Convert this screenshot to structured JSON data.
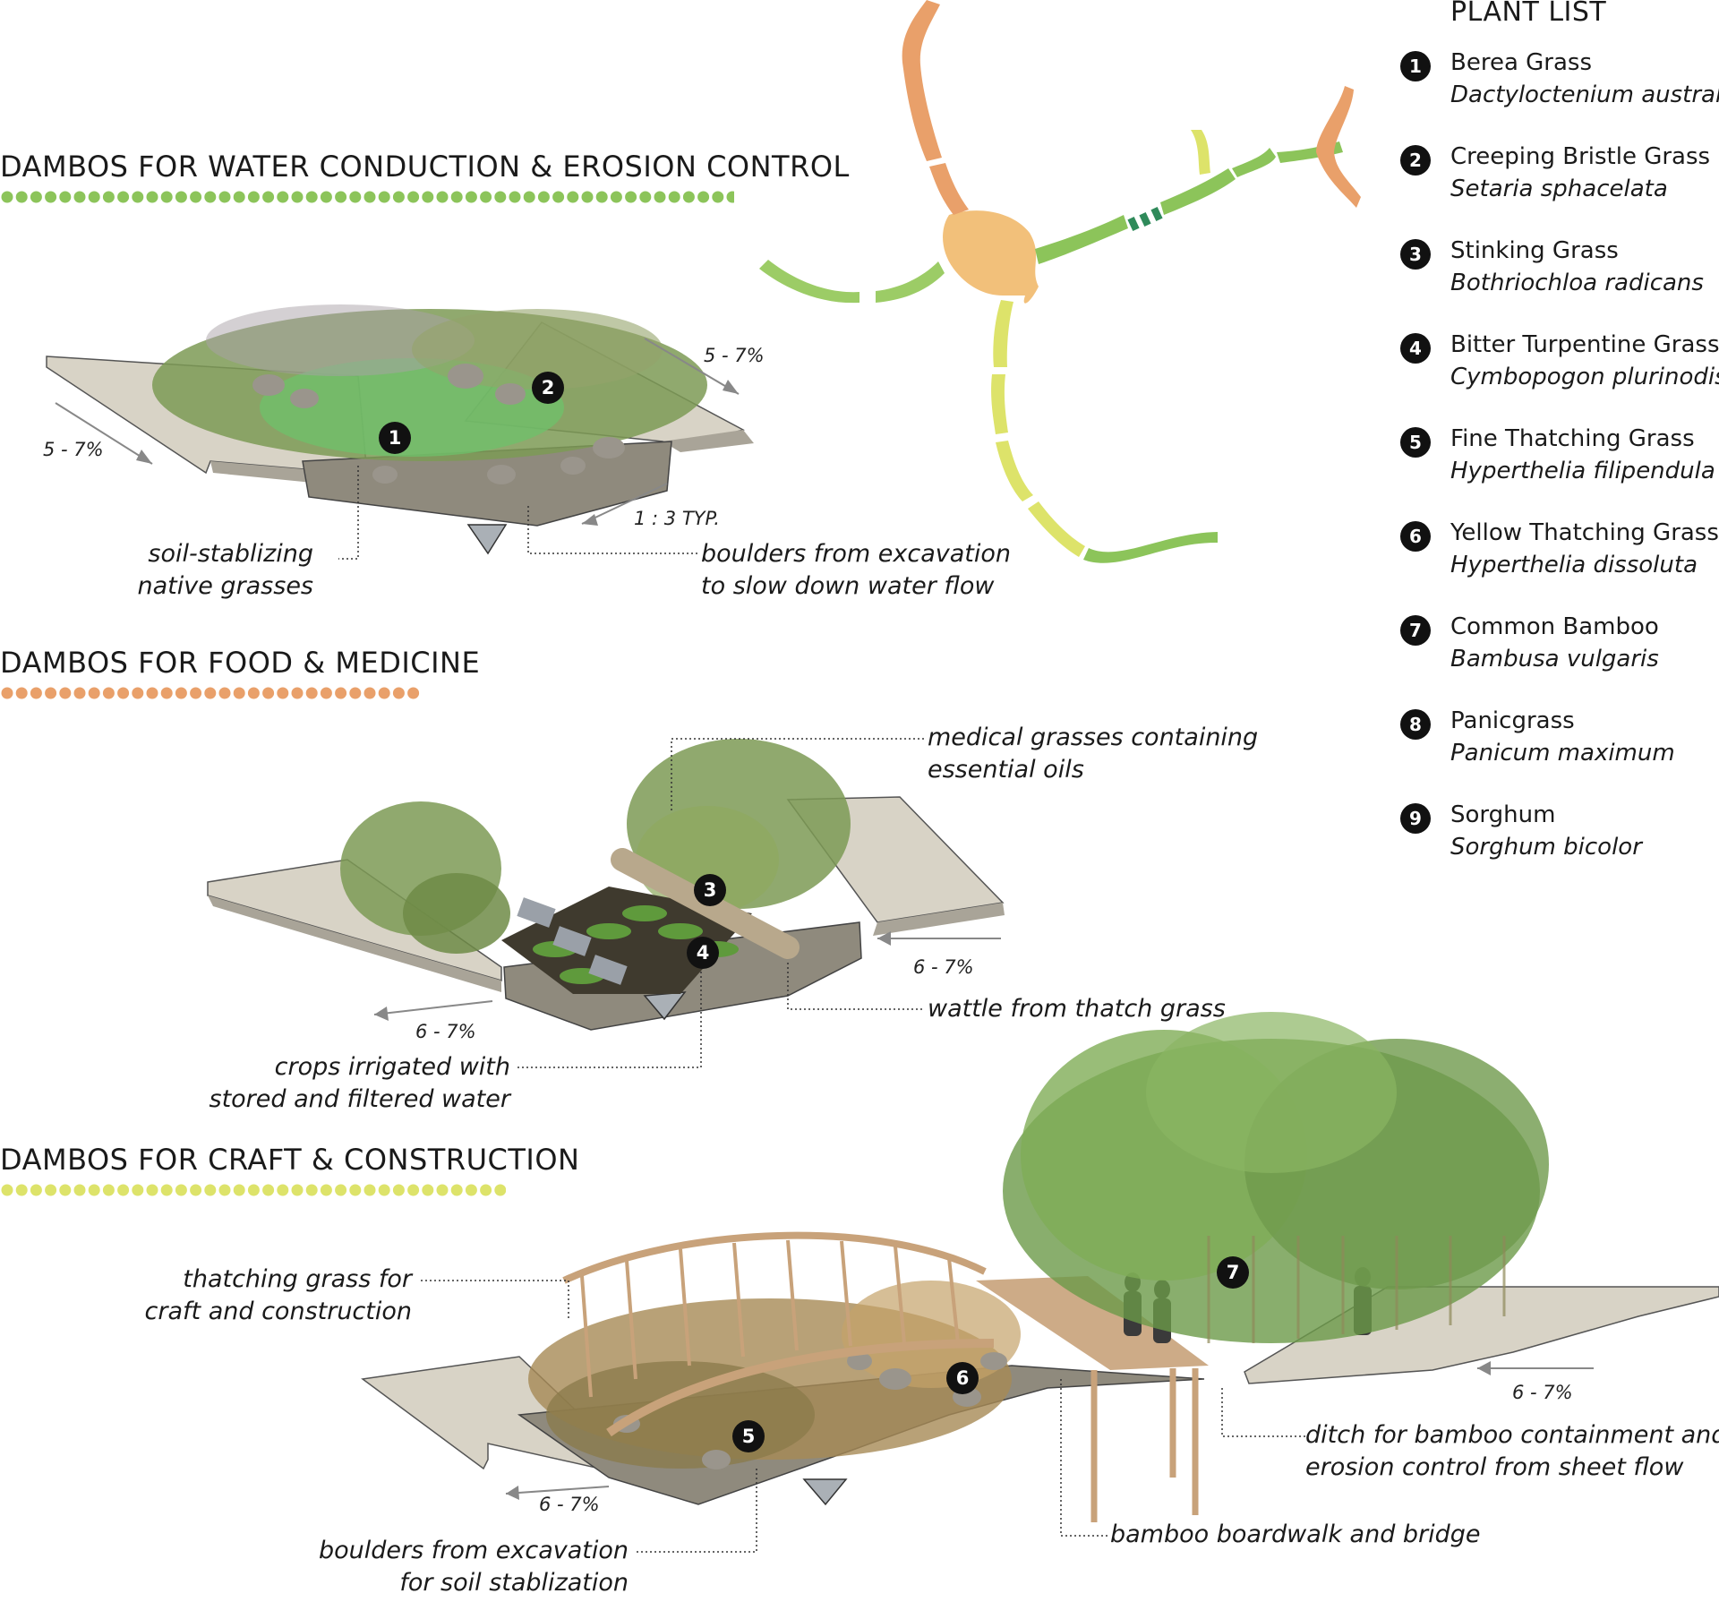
{
  "sections": [
    {
      "title": "DAMBOS FOR WATER CONDUCTION & EROSION CONTROL",
      "dot_color": "#8cc45a"
    },
    {
      "title": "DAMBOS FOR FOOD & MEDICINE",
      "dot_color": "#e9a06a"
    },
    {
      "title": "DAMBOS FOR CRAFT & CONSTRUCTION",
      "dot_color": "#dde36a"
    }
  ],
  "plant_list": {
    "title": "PLANT LIST",
    "items": [
      {
        "num": "1",
        "common": "Berea Grass",
        "scientific": "Dactyloctenium australe"
      },
      {
        "num": "2",
        "common": "Creeping Bristle Grass",
        "scientific": "Setaria sphacelata"
      },
      {
        "num": "3",
        "common": "Stinking Grass",
        "scientific": "Bothriochloa radicans"
      },
      {
        "num": "4",
        "common": "Bitter Turpentine Grass",
        "scientific": "Cymbopogon plurinodis"
      },
      {
        "num": "5",
        "common": "Fine Thatching Grass",
        "scientific": "Hyperthelia filipendula"
      },
      {
        "num": "6",
        "common": "Yellow Thatching Grass",
        "scientific": "Hyperthelia dissoluta"
      },
      {
        "num": "7",
        "common": "Common Bamboo",
        "scientific": "Bambusa vulgaris"
      },
      {
        "num": "8",
        "common": "Panicgrass",
        "scientific": "Panicum maximum"
      },
      {
        "num": "9",
        "common": "Sorghum",
        "scientific": "Sorghum bicolor"
      }
    ]
  },
  "section1": {
    "slope_left": "5 - 7%",
    "slope_right": "5 - 7%",
    "slope_bank": "1 : 3 TYP.",
    "label_grasses_1": "soil-stablizing",
    "label_grasses_2": "native grasses",
    "label_boulders_1": "boulders from excavation",
    "label_boulders_2": "to slow down water flow",
    "marker_a": "1",
    "marker_b": "2"
  },
  "section2": {
    "slope_right": "6 - 7%",
    "slope_left": "6 - 7%",
    "label_medical_1": "medical grasses containing",
    "label_medical_2": "essential oils",
    "label_wattle": "wattle from thatch grass",
    "label_crops_1": "crops irrigated with",
    "label_crops_2": "stored and filtered water",
    "marker_a": "3",
    "marker_b": "4"
  },
  "section3": {
    "slope_right": "6 - 7%",
    "slope_left": "6 - 7%",
    "label_thatch_1": "thatching grass for",
    "label_thatch_2": "craft and construction",
    "label_ditch_1": "ditch for bamboo containment and",
    "label_ditch_2": "erosion control from sheet flow",
    "label_boardwalk": "bamboo boardwalk and bridge",
    "label_boulders_1": "boulders from excavation",
    "label_boulders_2": "for soil stablization",
    "marker_a": "5",
    "marker_b": "6",
    "marker_c": "7"
  },
  "colors": {
    "green": "#8cc45a",
    "orange": "#e9a06a",
    "yellow": "#dde36a",
    "dark_green": "#2f8a5a",
    "concrete": "#d8d3c6",
    "soil": "#8f8a7d",
    "vegetation": "#7d9a55"
  }
}
